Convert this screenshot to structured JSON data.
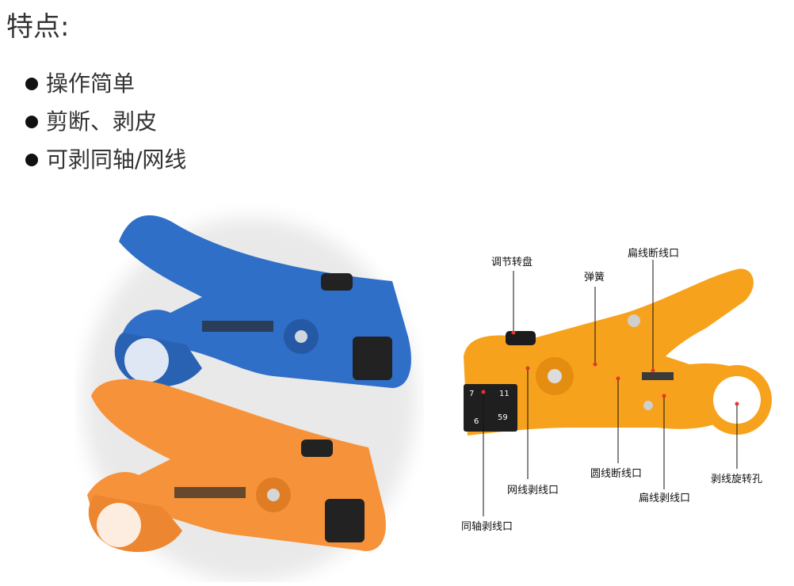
{
  "heading": "特点:",
  "features": [
    "操作简单",
    "剪断、剥皮",
    "可剥同轴/网线"
  ],
  "diagram_labels": {
    "dial": "调节转盘",
    "spring": "弹簧",
    "flat_cut": "扁线断线口",
    "network_strip": "网线剥线口",
    "coax_strip": "同轴剥线口",
    "round_cut": "圆线断线口",
    "flat_strip": "扁线剥线口",
    "rotary_hole": "剥线旋转孔"
  },
  "port_numbers": [
    "7",
    "11",
    "6",
    "59"
  ],
  "colors": {
    "blue": "#2f6fc8",
    "orange_left": "#f6923a",
    "orange_right": "#f7a21c",
    "pointer": "#e8332b"
  }
}
